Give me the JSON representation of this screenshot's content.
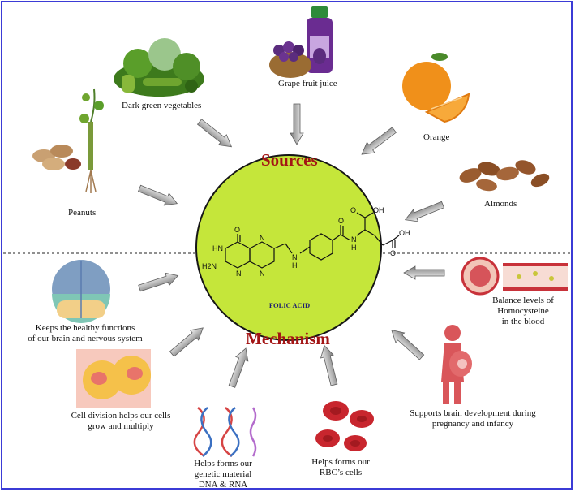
{
  "heading_sources": "Sources",
  "heading_mechanism": "Mechanism",
  "center_label": "FOLIC ACID",
  "molecule_text": {
    "o_top": "O",
    "oh_top": "OH",
    "o_acid1": "O",
    "h2n": "H2N",
    "hn": "HN",
    "n_ring1": "N",
    "n_ring2": "N",
    "n_ring3": "N",
    "n_amine": "N",
    "h_amine": "H",
    "o_amide": "O",
    "n_amide": "N",
    "h_amide": "H",
    "oh_bottom": "OH",
    "o_bottom": "O"
  },
  "sources": {
    "dark_green": "Dark green vegetables",
    "grape": "Grape fruit juice",
    "orange": "Orange",
    "peanuts": "Peanuts",
    "almonds": "Almonds"
  },
  "mechanisms": {
    "brain": [
      "Keeps the healthy functions",
      "of our brain and nervous system"
    ],
    "homocysteine": [
      "Balance levels of",
      "Homocysteine",
      "in the blood"
    ],
    "cell_division": [
      "Cell division helps our cells",
      "grow and multiply"
    ],
    "dna": [
      "Helps forms our",
      "genetic material",
      "DNA & RNA"
    ],
    "rbc": [
      "Helps forms our",
      "RBC’s cells"
    ],
    "pregnancy": [
      "Supports brain development during",
      "pregnancy and infancy"
    ]
  },
  "colors": {
    "border": "#3b3bd6",
    "center_fill": "#c5e63a",
    "heading": "#a31515",
    "arrow": "#8a8a8a"
  }
}
